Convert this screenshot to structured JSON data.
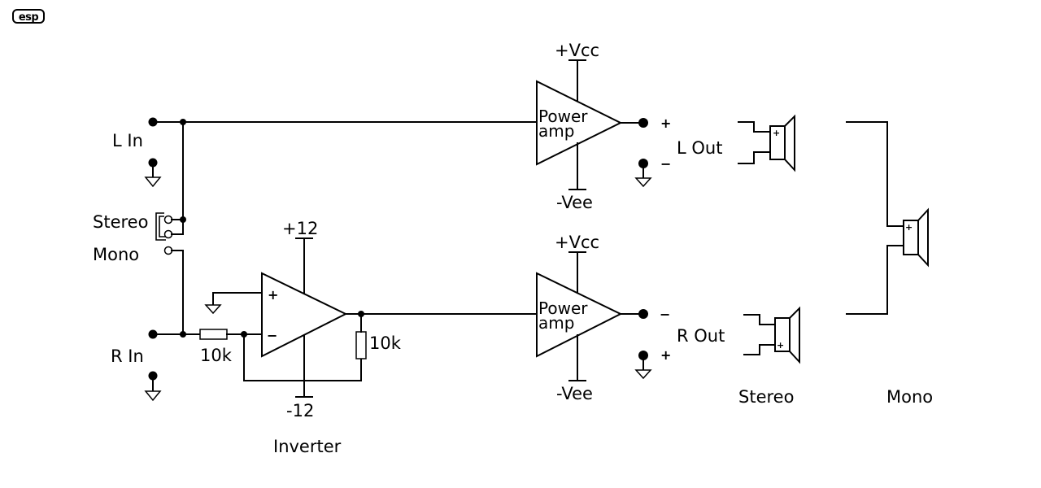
{
  "logo": {
    "text": "esp"
  },
  "inputs": {
    "left": "L In",
    "right": "R In"
  },
  "switch": {
    "stereo": "Stereo",
    "mono": "Mono"
  },
  "inverter": {
    "label": "Inverter",
    "positive_supply": "+12",
    "negative_supply": "-12",
    "input_resistor": "10k",
    "feedback_resistor": "10k",
    "plus_sign": "+",
    "minus_sign": "−"
  },
  "power_amps": [
    {
      "line1": "Power",
      "line2": "amp",
      "vcc": "+Vcc",
      "vee": "-Vee"
    },
    {
      "line1": "Power",
      "line2": "amp",
      "vcc": "+Vcc",
      "vee": "-Vee"
    }
  ],
  "outputs": {
    "left": {
      "label": "L Out",
      "top_sign": "+",
      "bottom_sign": "−"
    },
    "right": {
      "label": "R Out",
      "top_sign": "−",
      "bottom_sign": "+"
    }
  },
  "speaker_plus": "+",
  "captions": {
    "stereo": "Stereo",
    "mono": "Mono"
  }
}
